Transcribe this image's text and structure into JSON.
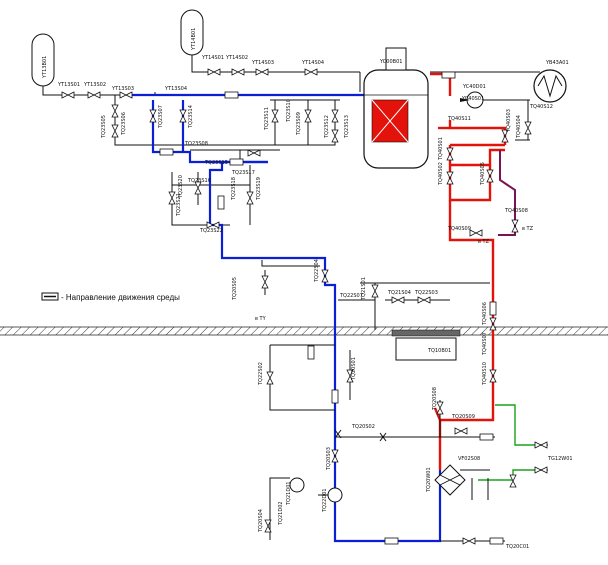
{
  "legend": {
    "text": "- Направление движения среды"
  },
  "labels": {
    "tank_yt": "YT13B01",
    "tank_yt2": "YT14B01",
    "reactor": "YC00B01",
    "sg": "YB43A01",
    "pump_main": "YC40D01",
    "hx": "TQ20W01",
    "tank_under": "TQ10B01",
    "tank_left": "TQ21D01",
    "pump_left": "TQ21D02",
    "pump_bottom": "TQ22D01",
    "out_green": "TG12W01",
    "out_bottom": "TQ20C01",
    "v_yt13s01": "YT13S01",
    "v_yt13s02": "YT13S02",
    "v_yt13s03": "YT13S03",
    "v_yt13s04": "YT13S04",
    "v_yt14s01": "YT14S01",
    "v_yt14s02": "YT14S02",
    "v_yt14s03": "YT14S03",
    "v_yt14s04": "YT14S04",
    "v_tq23s06": "TQ23S06",
    "v_tq23s07": "TQ23S07",
    "v_tq23s08": "TQ23S08",
    "v_tq23s09": "TQ23S09",
    "v_tq23s10": "TQ23S10",
    "v_tq23s11": "TQ23S11",
    "v_tq23s12": "TQ23S12",
    "v_tq23s13": "TQ23S13",
    "v_tq23s14": "TQ23S14",
    "v_tq23s15": "TQ23S15",
    "v_tq23s16": "TQ23S16",
    "v_tq23s17": "TQ23S17",
    "v_tq23s18": "TQ23S18",
    "v_tq23s19": "TQ23S19",
    "v_tq23s20": "TQ23S20",
    "v_tq23s21": "TQ23S21",
    "v_tq23s22": "TQ23S22",
    "v_tq23s05": "TQ23S05",
    "v_tq22s04": "TQ22S04",
    "v_tq22s07": "TQ22S07",
    "v_tq21s01": "TQ21S01",
    "v_tq21s04": "TQ21S04",
    "v_tq22s03": "TQ22S03",
    "v_tq22s02": "TQ22S02",
    "v_tq40s01": "TQ40S01",
    "v_tq40s02": "TQ40S02",
    "v_tq40s03": "TQ40S03",
    "v_tq40s04": "TQ40S04",
    "v_tq40s05": "TQ40S05",
    "v_tq40s06": "TQ40S06",
    "v_tq40s07": "TQ40S07",
    "v_tq40s08": "TQ40S08",
    "v_tq40s09": "TQ40S09",
    "v_tq40s10": "TQ40S10",
    "v_tq40s11": "TQ40S11",
    "v_tq40s12": "TQ40S12",
    "v_tq20s01": "TQ20S01",
    "v_tq20s02": "TQ20S02",
    "v_tq20s03": "TQ20S03",
    "v_tq20s04": "TQ20S04",
    "v_tq20s05": "TQ20S05",
    "v_tq20s08": "TQ20S08",
    "v_tq20s09": "TQ20S09",
    "v_yc40s01": "YC40S01",
    "v_vf02s08": "VF02S08",
    "ty": "в TY",
    "tz1": "в TZ",
    "tz2": "в TZ"
  },
  "colors": {
    "blue": "#0a1fd6",
    "red": "#e3120b",
    "green": "#1aa31a",
    "purple": "#7a1450",
    "black": "#111111"
  }
}
